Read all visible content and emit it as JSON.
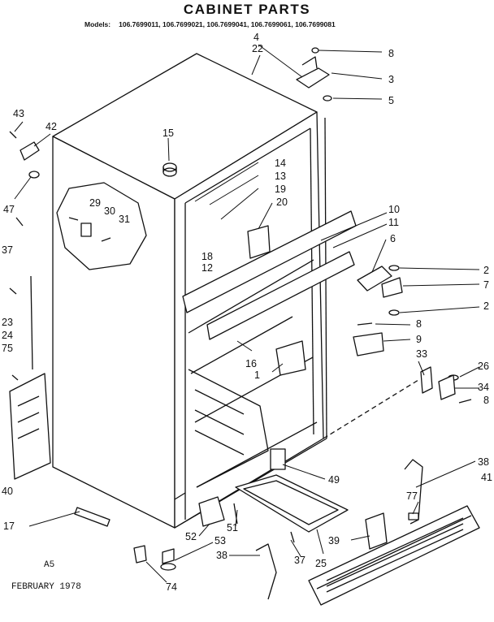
{
  "title": "CABINET PARTS",
  "models_label": "Models:",
  "models": "106.7699011, 106.7699021, 106.7699041, 106.7699061, 106.7699081",
  "code": "A5",
  "date": "FEBRUARY 1978",
  "callouts": {
    "c4": "4",
    "c22": "22",
    "c8a": "8",
    "c3": "3",
    "c5": "5",
    "c43": "43",
    "c42": "42",
    "c47": "47",
    "c15": "15",
    "c14": "14",
    "c13": "13",
    "c19": "19",
    "c20": "20",
    "c29": "29",
    "c30": "30",
    "c31": "31",
    "c37a": "37",
    "c10": "10",
    "c11": "11",
    "c6": "6",
    "c18": "18",
    "c12": "12",
    "c2a": "2",
    "c7": "7",
    "c2b": "2",
    "c8b": "8",
    "c9": "9",
    "c23": "23",
    "c24": "24",
    "c75": "75",
    "c16": "16",
    "c1": "1",
    "c33": "33",
    "c26": "26",
    "c34": "34",
    "c8c": "8",
    "c40": "40",
    "c49": "49",
    "c38a": "38",
    "c41": "41",
    "c17": "17",
    "c51": "51",
    "c52": "52",
    "c53": "53",
    "c77": "77",
    "c39": "39",
    "c38b": "38",
    "c37b": "37",
    "c25": "25",
    "c74": "74"
  }
}
